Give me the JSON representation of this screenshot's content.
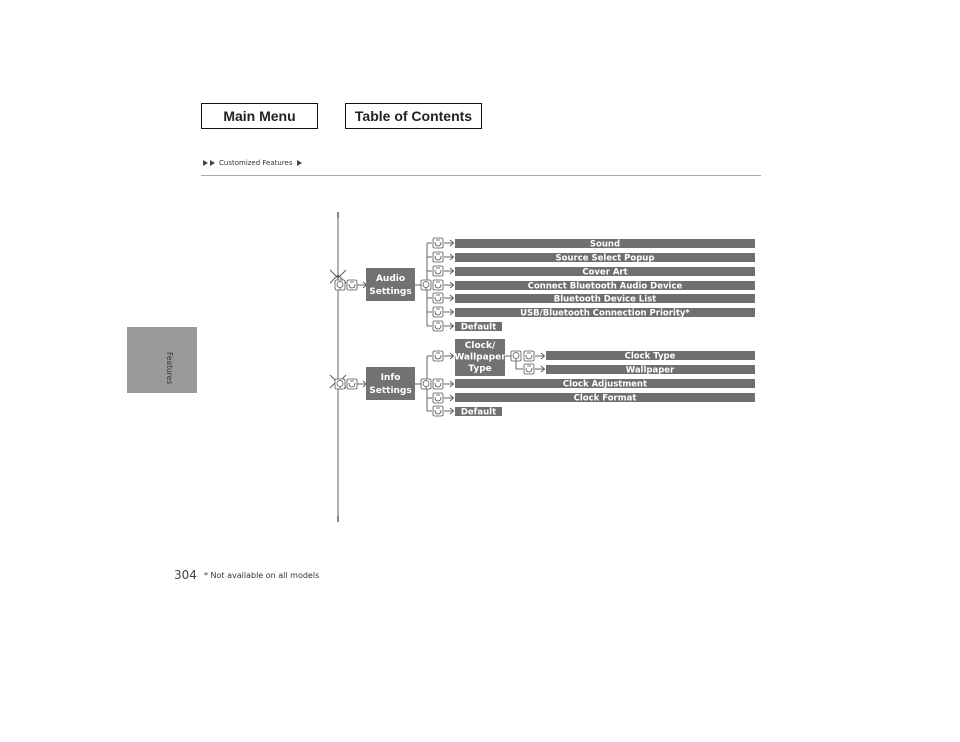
{
  "nav": {
    "main_menu": "Main Menu",
    "toc": "Table of Contents"
  },
  "breadcrumb": {
    "section": "Customized Features"
  },
  "side_tab": {
    "label": "Features"
  },
  "page": {
    "number": "304",
    "footnote": "* Not available on all models"
  },
  "diagram": {
    "audio": {
      "line1": "Audio",
      "line2": "Settings",
      "items": [
        "Sound",
        "Source Select Popup",
        "Cover Art",
        "Connect Bluetooth Audio Device",
        "Bluetooth Device List",
        "USB/Bluetooth Connection Priority*",
        "Default"
      ]
    },
    "info": {
      "line1": "Info",
      "line2": "Settings",
      "clock_node": {
        "line1": "Clock/",
        "line2": "Wallpaper",
        "line3": "Type"
      },
      "sub_items": [
        "Clock Type",
        "Wallpaper"
      ],
      "items": [
        "Clock Adjustment",
        "Clock Format",
        "Default"
      ]
    }
  },
  "colors": {
    "bar": "#6f6f6f",
    "node": "#727272",
    "line": "#555555"
  }
}
